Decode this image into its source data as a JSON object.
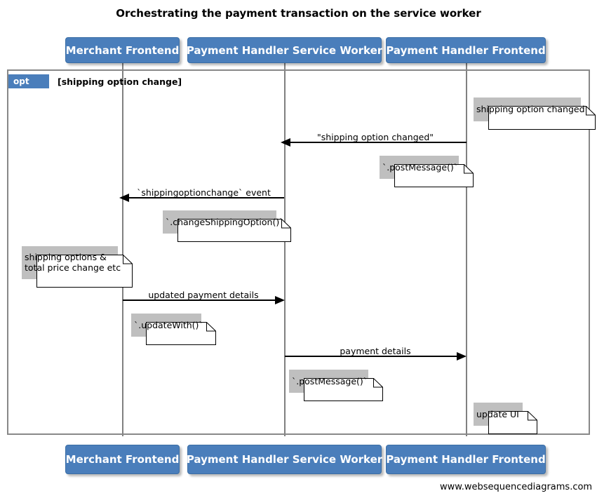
{
  "diagram": {
    "title": "Orchestrating the payment transaction on the service worker",
    "footer": "www.websequencediagrams.com",
    "accent_color": "#4a7ebb",
    "line_color": "#808080"
  },
  "actors": [
    {
      "id": "merchant-frontend",
      "label": "Merchant Frontend"
    },
    {
      "id": "payment-handler-service-worker",
      "label": "Payment Handler Service Worker"
    },
    {
      "id": "payment-handler-frontend",
      "label": "Payment Handler Frontend"
    }
  ],
  "fragment": {
    "type": "opt",
    "tag": "opt",
    "guard": "[shipping option change]"
  },
  "messages": [
    {
      "id": "shipping-option-changed",
      "label": "\"shipping option changed\"",
      "from": "payment-handler-frontend",
      "to": "payment-handler-service-worker",
      "direction": "left"
    },
    {
      "id": "shippingoptionchange-event",
      "label": "`shippingoptionchange` event",
      "from": "payment-handler-service-worker",
      "to": "merchant-frontend",
      "direction": "left"
    },
    {
      "id": "updated-payment-details",
      "label": "updated payment details",
      "from": "merchant-frontend",
      "to": "payment-handler-service-worker",
      "direction": "right"
    },
    {
      "id": "payment-details",
      "label": "payment details",
      "from": "payment-handler-service-worker",
      "to": "payment-handler-frontend",
      "direction": "right"
    }
  ],
  "notes": [
    {
      "id": "note-shipping-option-changed",
      "text": "shipping option changed"
    },
    {
      "id": "note-post-message-1",
      "text": "`.postMessage()`"
    },
    {
      "id": "note-change-shipping-option",
      "text": "`.changeShippingOption()`"
    },
    {
      "id": "note-shipping-options-total-price",
      "text": "shipping options &\ntotal price change etc"
    },
    {
      "id": "note-update-with",
      "text": "`.updateWith()`"
    },
    {
      "id": "note-post-message-2",
      "text": "`.postMessage()`"
    },
    {
      "id": "note-update-ui",
      "text": "update UI"
    }
  ]
}
